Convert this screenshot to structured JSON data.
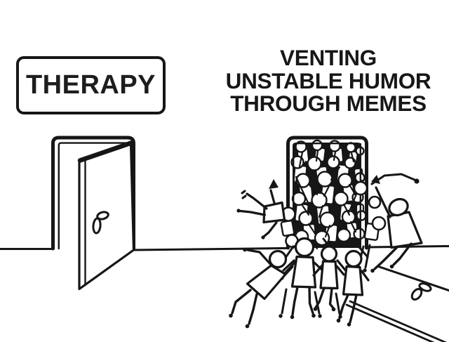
{
  "meta": {
    "type": "meme-comic",
    "background_color": "#ffffff",
    "ink_color": "#161616",
    "scene": "Empty open door labeled THERAPY vs. a doorway overflowing with a crowd of stick figures labeled venting unstable humor through memes"
  },
  "therapy_sign": {
    "label": "THERAPY"
  },
  "caption": {
    "line1": "VENTING",
    "line2": "UNSTABLE HUMOR",
    "line3": "THROUGH MEMES"
  },
  "illustration": {
    "left_door": "therapy-door-open-and-empty",
    "right_door": "memes-doorway-crowded-with-stick-figures",
    "crowd": {
      "interior_bodies": [
        [
          432,
          222,
          15,
          20,
          -6
        ],
        [
          456,
          220,
          14,
          19,
          7
        ],
        [
          481,
          221,
          15,
          20,
          -5
        ],
        [
          503,
          224,
          12,
          17,
          8
        ],
        [
          428,
          248,
          17,
          24,
          5
        ],
        [
          459,
          249,
          16,
          23,
          -7
        ],
        [
          489,
          247,
          16,
          24,
          6
        ],
        [
          511,
          249,
          11,
          18,
          -5
        ],
        [
          436,
          276,
          18,
          26,
          -5
        ],
        [
          467,
          277,
          18,
          26,
          6
        ],
        [
          497,
          275,
          15,
          24,
          -6
        ],
        [
          430,
          303,
          17,
          25,
          6
        ],
        [
          461,
          306,
          18,
          26,
          -6
        ],
        [
          493,
          302,
          16,
          25,
          5
        ],
        [
          513,
          301,
          10,
          20,
          0
        ],
        [
          441,
          331,
          17,
          23,
          -5
        ],
        [
          472,
          332,
          17,
          24,
          5
        ],
        [
          502,
          328,
          15,
          22,
          -6
        ]
      ],
      "interior_heads": [
        [
          429,
          209,
          7.5
        ],
        [
          452,
          207,
          7
        ],
        [
          477,
          208,
          7.5
        ],
        [
          500,
          210,
          6.5
        ],
        [
          513,
          215,
          5.5
        ],
        [
          424,
          231,
          8.5
        ],
        [
          448,
          233,
          9.5
        ],
        [
          475,
          231,
          8.5
        ],
        [
          499,
          232,
          7.5
        ],
        [
          432,
          257,
          9.5
        ],
        [
          463,
          255,
          10.5
        ],
        [
          492,
          257,
          9.5
        ],
        [
          513,
          253,
          6.5
        ],
        [
          426,
          283,
          9
        ],
        [
          455,
          285,
          10.5
        ],
        [
          486,
          283,
          9.5
        ],
        [
          510,
          281,
          7.5
        ],
        [
          436,
          311,
          9.5
        ],
        [
          467,
          313,
          10.5
        ],
        [
          497,
          309,
          9
        ],
        [
          515,
          307,
          6.5
        ],
        [
          430,
          337,
          9
        ],
        [
          459,
          339,
          10
        ],
        [
          490,
          335,
          9
        ],
        [
          512,
          333,
          7.5
        ]
      ],
      "interior_limbs": [
        [
          431,
          217,
          427,
          237
        ],
        [
          453,
          215,
          451,
          229
        ],
        [
          478,
          216,
          476,
          228
        ],
        [
          501,
          218,
          504,
          230
        ],
        [
          440,
          262,
          452,
          277
        ],
        [
          470,
          263,
          462,
          279
        ],
        [
          498,
          263,
          507,
          278
        ],
        [
          430,
          291,
          440,
          306
        ],
        [
          460,
          293,
          455,
          309
        ],
        [
          490,
          291,
          498,
          306
        ],
        [
          440,
          319,
          450,
          334
        ],
        [
          470,
          321,
          464,
          337
        ],
        [
          500,
          316,
          507,
          330
        ],
        [
          445,
          343,
          452,
          354
        ],
        [
          475,
          345,
          470,
          356
        ],
        [
          503,
          339,
          509,
          352
        ],
        [
          422,
          252,
          444,
          299
        ],
        [
          516,
          257,
          497,
          303
        ],
        [
          436,
          230,
          448,
          252
        ],
        [
          484,
          238,
          472,
          256
        ]
      ]
    }
  }
}
